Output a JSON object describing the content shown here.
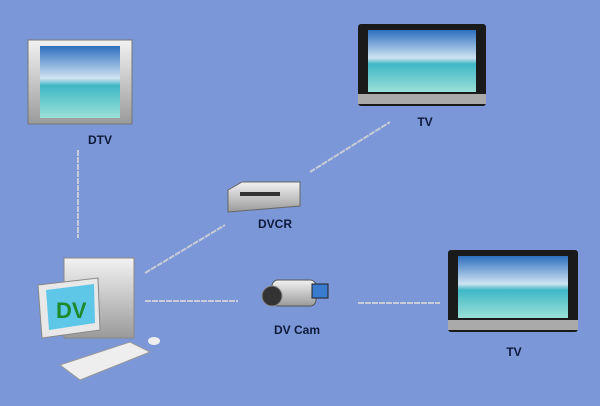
{
  "devices": {
    "dtv": {
      "label": "DTV"
    },
    "tv_top": {
      "label": "TV"
    },
    "dvcr": {
      "label": "DVCR"
    },
    "dv_cam": {
      "label": "DV Cam"
    },
    "tv_right": {
      "label": "TV"
    }
  },
  "colors": {
    "background": "#7b97d7",
    "cable": "#c8ccd8"
  }
}
